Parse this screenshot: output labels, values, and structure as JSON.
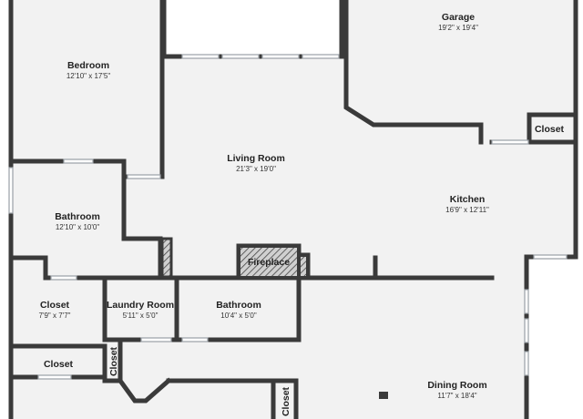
{
  "rooms": {
    "garage": {
      "name": "Garage",
      "dims": "19'2\" x 19'4\""
    },
    "bedroom": {
      "name": "Bedroom",
      "dims": "12'10\" x 17'5\""
    },
    "living_room": {
      "name": "Living Room",
      "dims": "21'3\" x 19'0\""
    },
    "kitchen": {
      "name": "Kitchen",
      "dims": "16'9\" x 12'11\""
    },
    "bathroom_1": {
      "name": "Bathroom",
      "dims": "12'10\" x 10'0\""
    },
    "fireplace": {
      "name": "Fireplace"
    },
    "closet_1": {
      "name": "Closet",
      "dims": "7'9\" x 7'7\""
    },
    "laundry_room": {
      "name": "Laundry Room",
      "dims": "5'11\" x 5'0\""
    },
    "bathroom_2": {
      "name": "Bathroom",
      "dims": "10'4\" x 5'0\""
    },
    "closet_2": {
      "name": "Closet"
    },
    "closet_3": {
      "name": "Closet"
    },
    "closet_4": {
      "name": "Closet"
    },
    "closet_5": {
      "name": "Closet"
    },
    "dining_room": {
      "name": "Dining Room",
      "dims": "11'7\" x 18'4\""
    }
  },
  "colors": {
    "floor": "#f2f2f2",
    "wall": "#3a3a3a",
    "outside": "#ffffff"
  }
}
